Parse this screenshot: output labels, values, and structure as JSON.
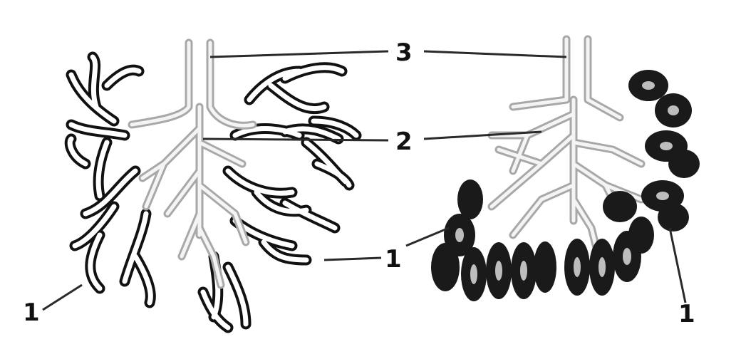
{
  "labels": {
    "l1_left_bottom": "1",
    "l1_center": "1",
    "l1_right_bottom": "1",
    "l2": "2",
    "l3": "3"
  },
  "colors": {
    "gland_outline": "#111111",
    "duct_gray": "#a8a8a8",
    "background": "#ffffff"
  }
}
